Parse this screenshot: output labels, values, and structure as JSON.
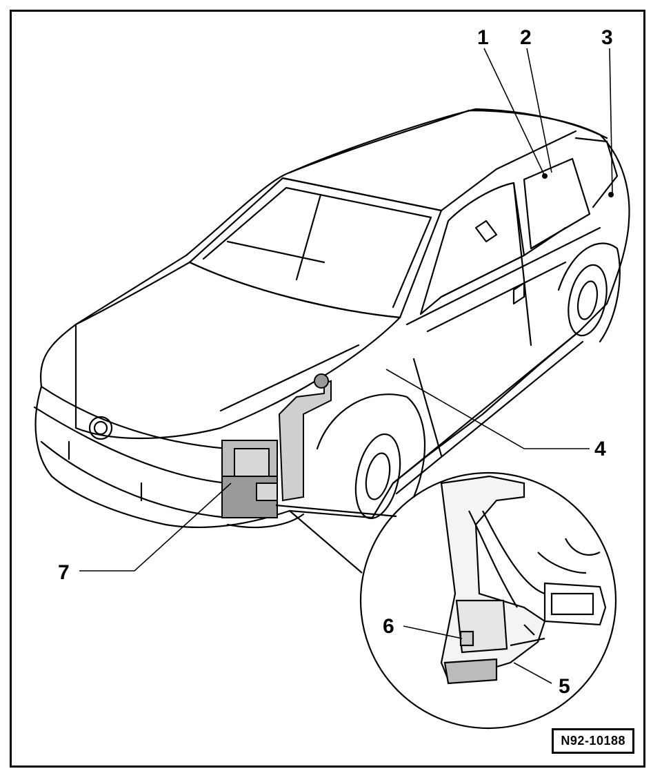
{
  "callouts": {
    "c1": "1",
    "c2": "2",
    "c3": "3",
    "c4": "4",
    "c5": "5",
    "c6": "6",
    "c7": "7"
  },
  "reference_code": "N92-10188"
}
